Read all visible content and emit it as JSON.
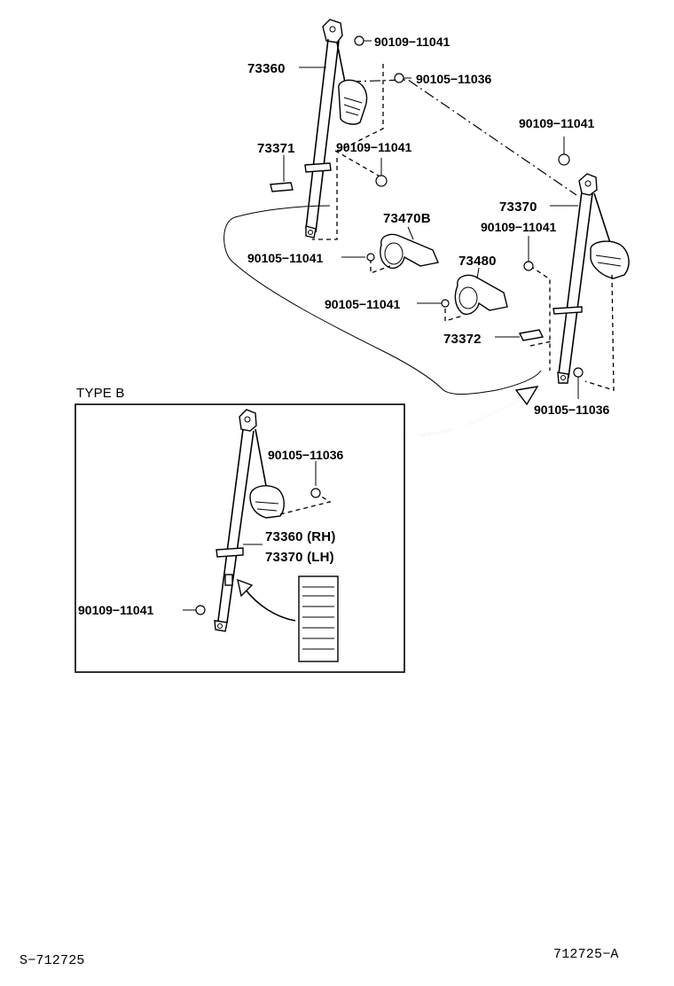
{
  "main_parts": {
    "p73360": "73360",
    "p73370": "73370",
    "p73371": "73371",
    "p73372": "73372",
    "p73470B": "73470B",
    "p73480": "73480"
  },
  "bolts": {
    "b1": "90109−11041",
    "b2": "90105−11036",
    "b3": "90109−11041",
    "b4": "90109−11041",
    "b5": "90109−11041",
    "b6": "90105−11041",
    "b7": "90105−11041",
    "b8": "90105−11036"
  },
  "type_b": {
    "title": "TYPE B",
    "bolt_top": "90105−11036",
    "rh": "73360 (RH)",
    "lh": "73370 (LH)",
    "bolt_bottom": "90109−11041"
  },
  "footer": {
    "left_code": "S−712725",
    "right_code": "712725−A"
  }
}
